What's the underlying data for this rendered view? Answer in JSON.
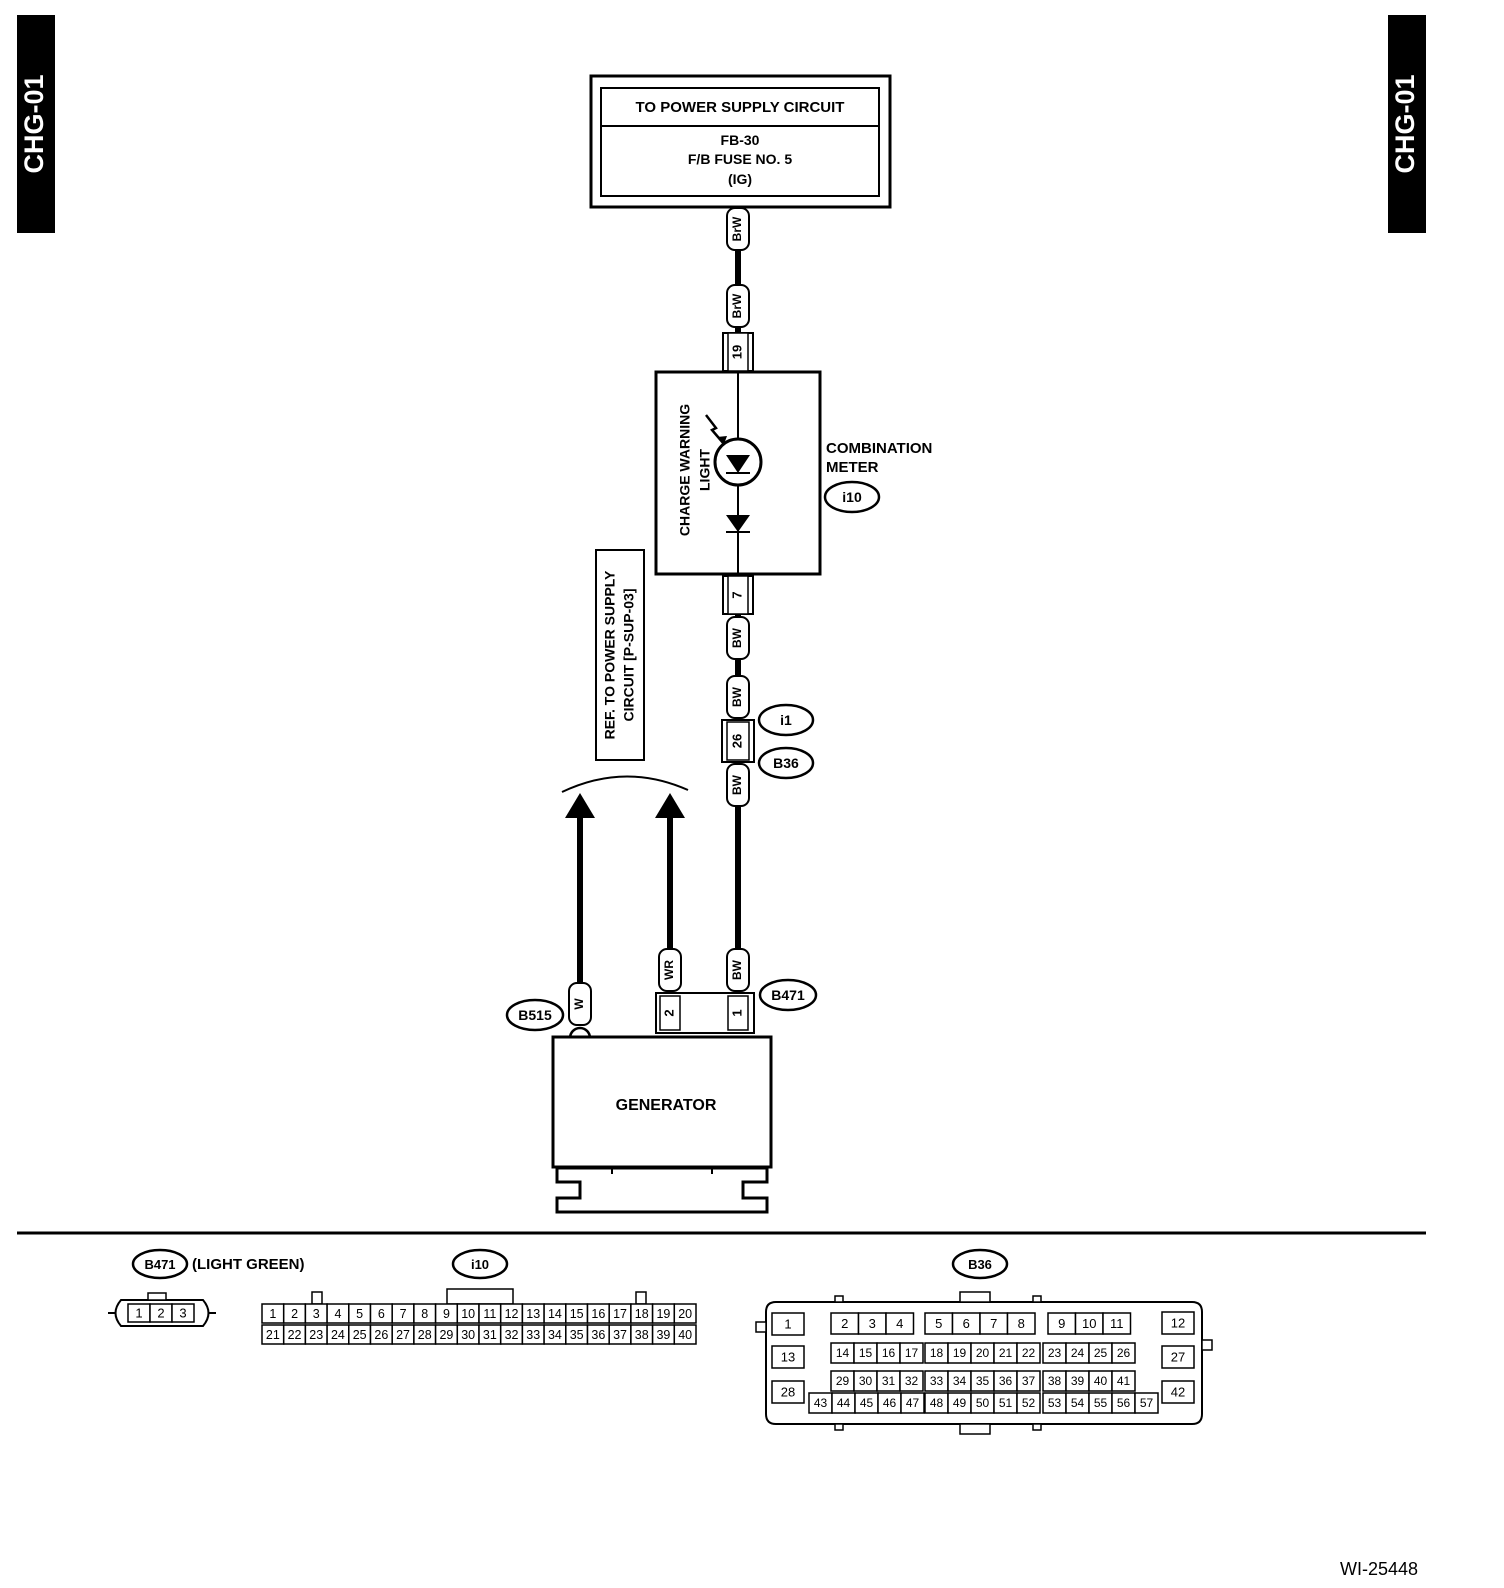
{
  "side_tabs": {
    "left": "CHG-01",
    "right": "CHG-01"
  },
  "power_box": {
    "title": "TO POWER SUPPLY CIRCUIT",
    "line1": "FB-30",
    "line2": "F/B FUSE NO. 5",
    "line3": "(IG)"
  },
  "wires": {
    "brw_top": "BrW",
    "brw_mid": "BrW",
    "bw_1": "BW",
    "bw_2": "BW",
    "bw_3": "BW",
    "bw_4": "BW",
    "wr": "WR",
    "w": "W"
  },
  "pins": {
    "p19": "19",
    "p7": "7",
    "p26": "26",
    "p2": "2",
    "p1": "1"
  },
  "meter": {
    "light_label_1": "CHARGE WARNING",
    "light_label_2": "LIGHT",
    "name_1": "COMBINATION",
    "name_2": "METER",
    "connector": "i10"
  },
  "connectors": {
    "i1": "i1",
    "b36": "B36",
    "b471": "B471",
    "b515": "B515"
  },
  "ref_note": {
    "line1": "REF. TO POWER SUPPLY",
    "line2": "CIRCUIT [P-SUP-03]"
  },
  "generator": {
    "label": "GENERATOR"
  },
  "legend": {
    "b471": {
      "id": "B471",
      "note": "(LIGHT GREEN)",
      "pins": [
        "1",
        "2",
        "3"
      ]
    },
    "i10": {
      "id": "i10",
      "row1": [
        "1",
        "2",
        "3",
        "4",
        "5",
        "6",
        "7",
        "8",
        "9",
        "10",
        "11",
        "12",
        "13",
        "14",
        "15",
        "16",
        "17",
        "18",
        "19",
        "20"
      ],
      "row2": [
        "21",
        "22",
        "23",
        "24",
        "25",
        "26",
        "27",
        "28",
        "29",
        "30",
        "31",
        "32",
        "33",
        "34",
        "35",
        "36",
        "37",
        "38",
        "39",
        "40"
      ]
    },
    "b36": {
      "id": "B36",
      "single": [
        "1",
        "13",
        "28",
        "12",
        "27",
        "42"
      ],
      "top_groups": [
        [
          "2",
          "3",
          "4"
        ],
        [
          "5",
          "6",
          "7",
          "8"
        ],
        [
          "9",
          "10",
          "11"
        ]
      ],
      "row2": [
        "14",
        "15",
        "16",
        "17",
        "18",
        "19",
        "20",
        "21",
        "22",
        "23",
        "24",
        "25",
        "26"
      ],
      "row3": [
        "29",
        "30",
        "31",
        "32",
        "33",
        "34",
        "35",
        "36",
        "37",
        "38",
        "39",
        "40",
        "41"
      ],
      "row4": [
        "43",
        "44",
        "45",
        "46",
        "47",
        "48",
        "49",
        "50",
        "51",
        "52",
        "53",
        "54",
        "55",
        "56",
        "57"
      ]
    }
  },
  "figure_id": "WI-25448"
}
